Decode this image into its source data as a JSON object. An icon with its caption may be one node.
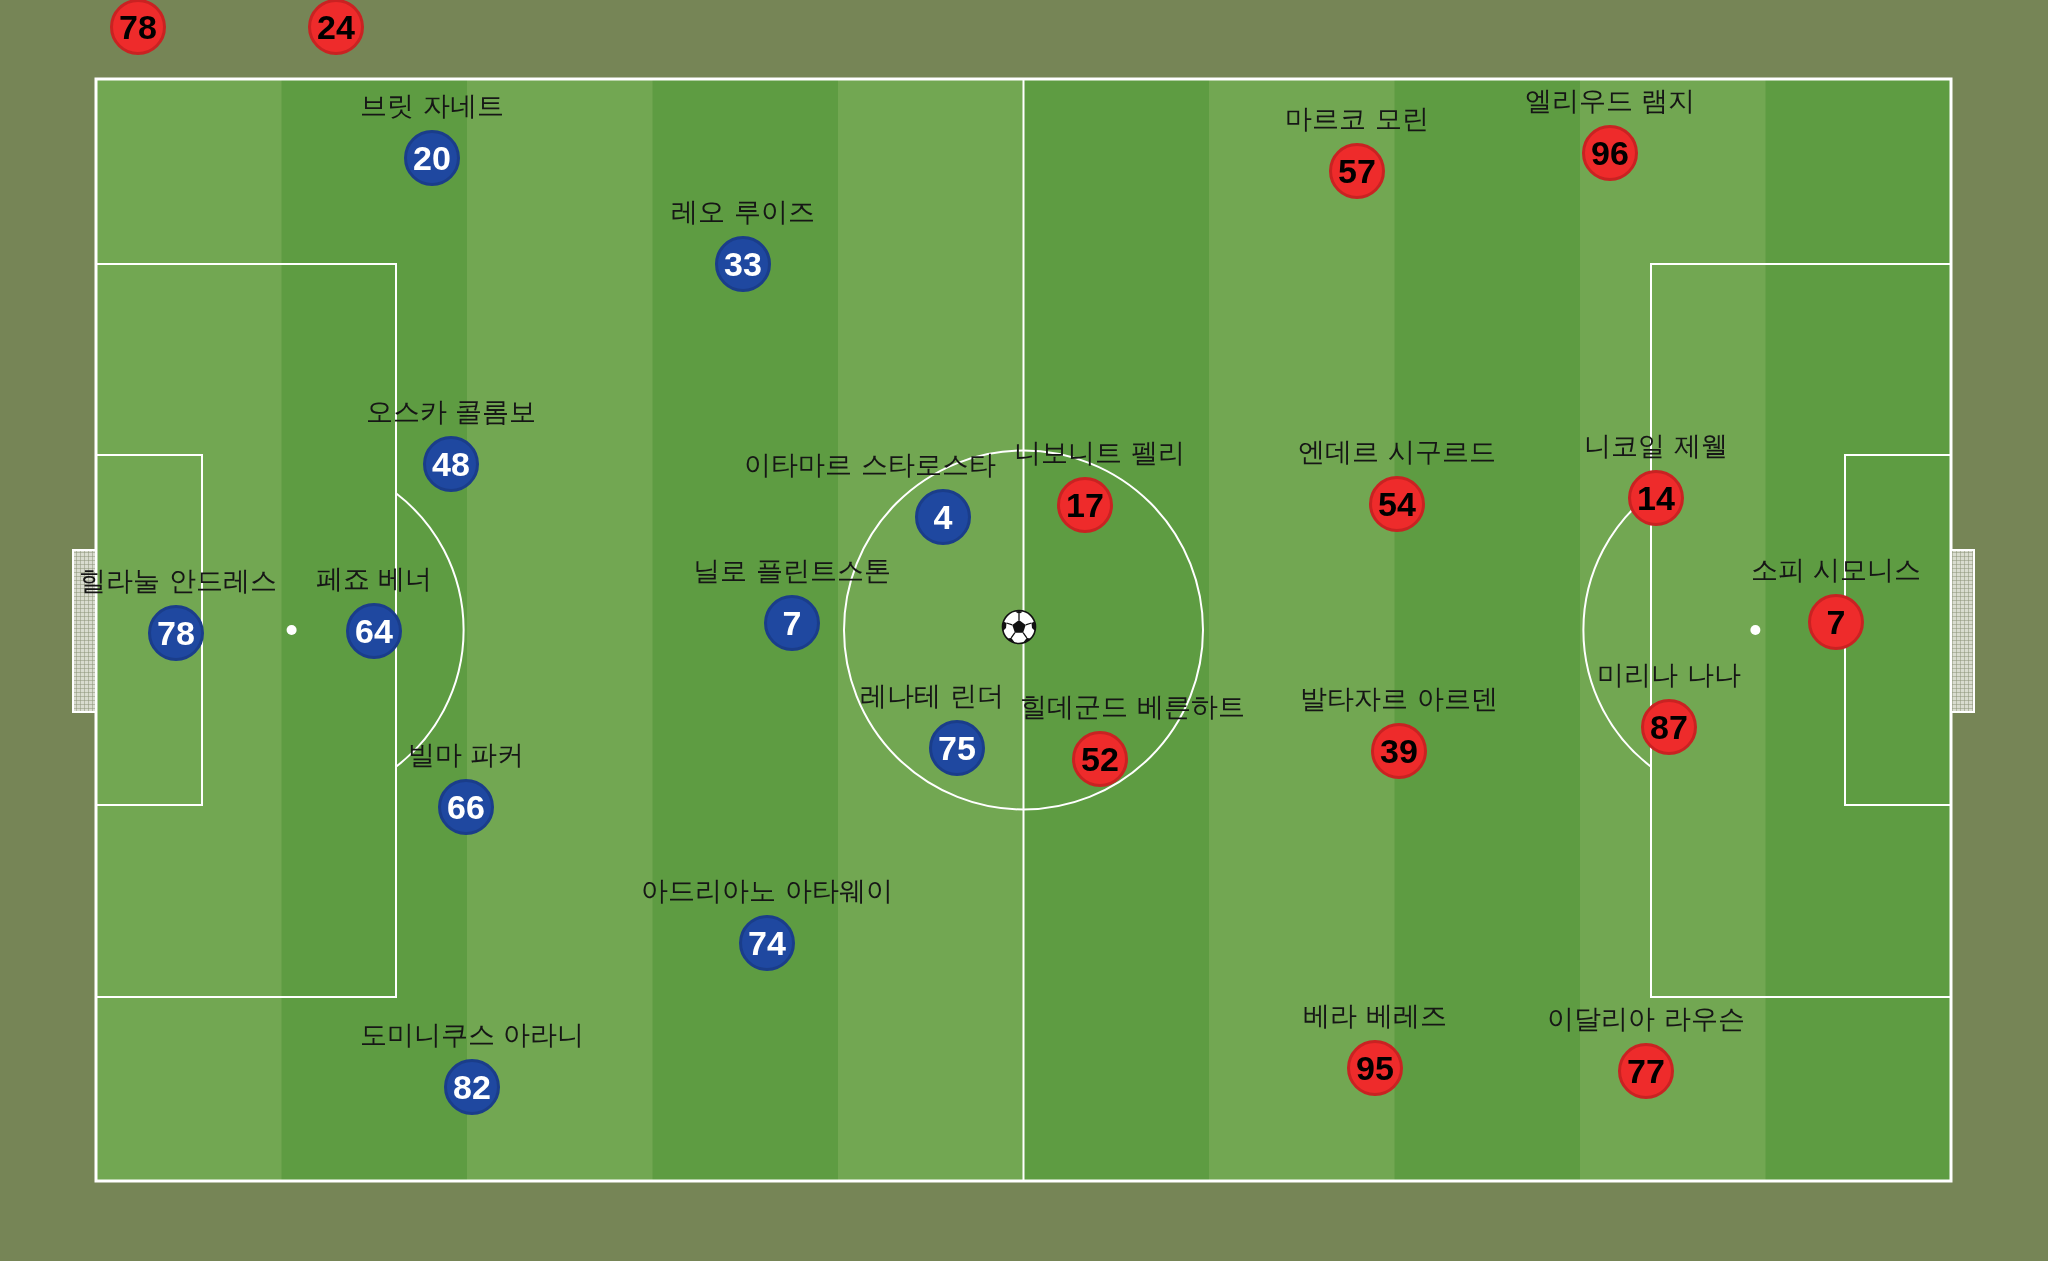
{
  "diagram": {
    "nodes": [
      {
        "text": [
          "78"
        ]
      },
      {
        "text": [
          "24"
        ]
      },
      {
        "text": [
          "20"
        ],
        "beside": [
          "브릿 자네트"
        ]
      },
      {
        "text": [
          "33"
        ],
        "beside": [
          "레오 루이즈"
        ]
      },
      {
        "text": [
          "48"
        ],
        "beside": [
          "오스카 콜롬보"
        ]
      },
      {
        "text": [
          "78"
        ],
        "beside": [
          "힐라눌 안드레스"
        ]
      },
      {
        "text": [
          "64"
        ],
        "beside": [
          "페죠 베너"
        ]
      },
      {
        "text": [
          "7"
        ],
        "beside": [
          "닐로 플린트스톤"
        ]
      },
      {
        "text": [
          "4"
        ],
        "beside": [
          "이타마르 스타로스타"
        ]
      },
      {
        "text": [
          "75"
        ],
        "beside": [
          "레나테 린더"
        ]
      },
      {
        "text": [
          "66"
        ],
        "beside": [
          "빌마 파커"
        ]
      },
      {
        "text": [
          "74"
        ],
        "beside": [
          "아드리아노 아타웨이"
        ]
      },
      {
        "text": [
          "82"
        ],
        "beside": [
          "도미니쿠스 아라니"
        ]
      },
      {
        "text": [
          "96"
        ],
        "beside": [
          "엘리우드 램지"
        ]
      },
      {
        "text": [
          "57"
        ],
        "beside": [
          "마르코 모린"
        ]
      },
      {
        "text": [
          "17"
        ],
        "beside": [
          "니보니트 펠리"
        ]
      },
      {
        "text": [
          "54"
        ],
        "beside": [
          "엔데르 시구르드"
        ]
      },
      {
        "text": [
          "14"
        ],
        "beside": [
          "니코일 제웰"
        ]
      },
      {
        "text": [
          "7"
        ],
        "beside": [
          "소피 시모니스"
        ]
      },
      {
        "text": [
          "87"
        ],
        "beside": [
          "미리나 나나"
        ]
      },
      {
        "text": [
          "39"
        ],
        "beside": [
          "발타자르 아르덴"
        ]
      },
      {
        "text": [
          "52"
        ],
        "beside": [
          "힐데군드 베른하트"
        ]
      },
      {
        "text": [
          "95"
        ],
        "beside": [
          "베라 베레즈"
        ]
      },
      {
        "text": [
          "77"
        ],
        "beside": [
          "이달리아 라우슨"
        ]
      }
    ]
  }
}
